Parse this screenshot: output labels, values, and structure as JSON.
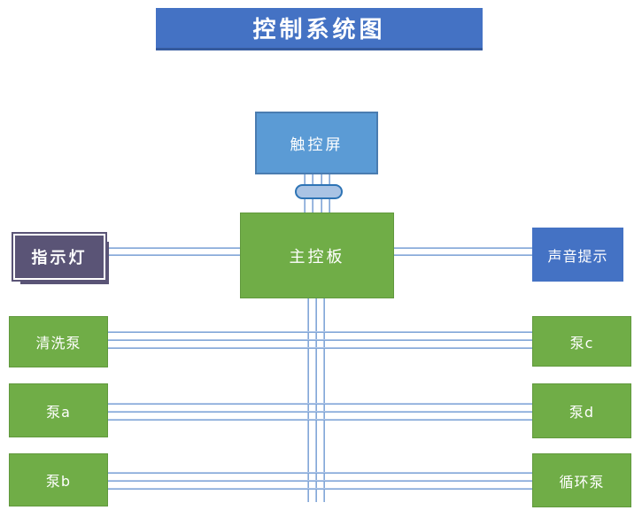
{
  "diagram": {
    "title": {
      "label": "控制系统图",
      "bg": "#4472c4",
      "text_color": "#ffffff"
    },
    "touchscreen": {
      "label": "触控屏",
      "bg": "#5b9bd5"
    },
    "mainboard": {
      "label": "主控板",
      "bg": "#70ad47"
    },
    "indicator": {
      "label": "指示灯",
      "bg": "#5a5476"
    },
    "sound_alert": {
      "label": "声音提示",
      "bg": "#4472c4"
    },
    "pumps_left": [
      {
        "label": "清洗泵"
      },
      {
        "label": "泵a"
      },
      {
        "label": "泵b"
      }
    ],
    "pumps_right": [
      {
        "label": "泵c"
      },
      {
        "label": "泵d"
      },
      {
        "label": "循环泵"
      }
    ],
    "colors": {
      "green": "#70ad47",
      "blue": "#4472c4",
      "light_blue": "#5b9bd5",
      "purple": "#5a5476",
      "wire": "#6f99d0",
      "connector_fill": "#a9c3e4",
      "connector_border": "#2e74b5"
    },
    "connections": [
      "指示灯—主控板: 2 wires",
      "主控板—声音提示: 2 wires",
      "触控屏—主控板: 4 wires through connector",
      "主控板—bottom bus: 3 vertical wires",
      "清洗泵—泵c: 3 wires",
      "泵a—泵d: 3 wires",
      "泵b—循环泵: 3 wires"
    ]
  }
}
